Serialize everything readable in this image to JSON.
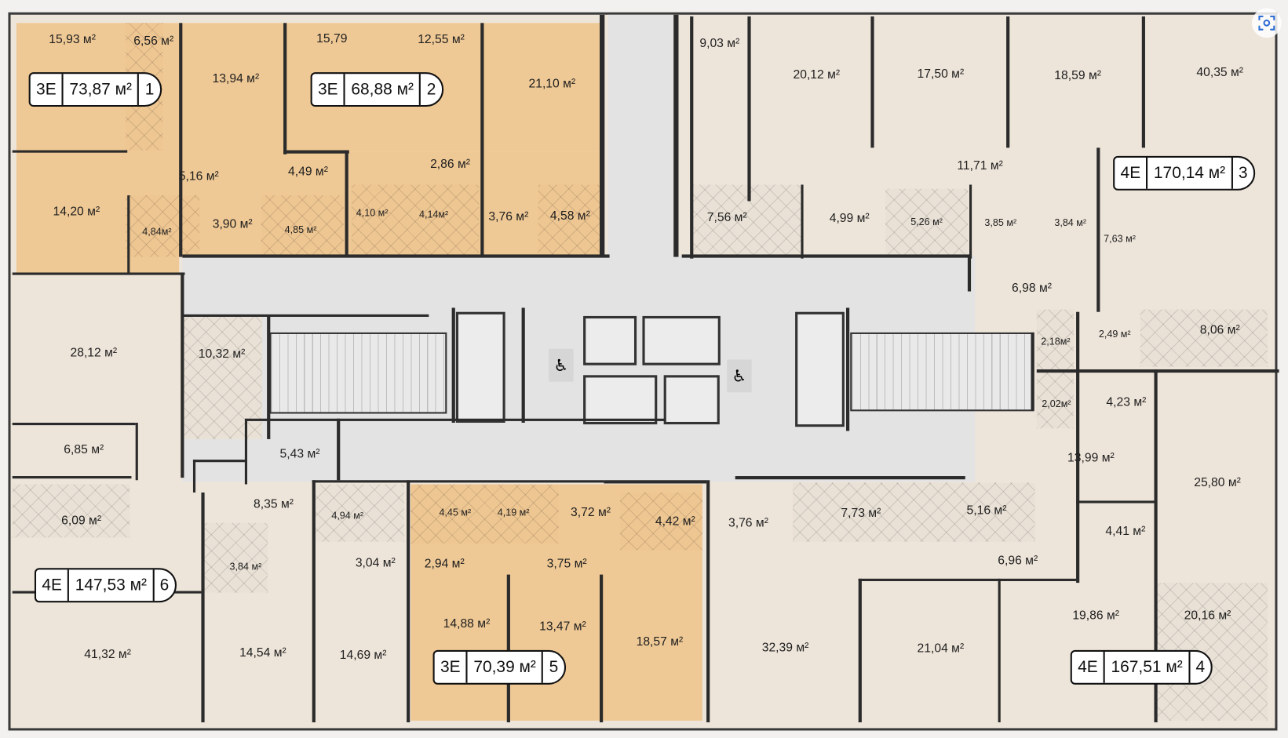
{
  "colors": {
    "selected": "#efc995",
    "available": "#eee5da",
    "common": "#e3e3e3",
    "icon": "#2f6fd6"
  },
  "controls": {
    "focus_icon": "focus-camera-icon"
  },
  "apartments": [
    {
      "type": "3E",
      "area": "73,87 м²",
      "number": "1",
      "rooms": [
        "15,93 м²",
        "6,56 м²",
        "13,94 м²",
        "14,20 м²",
        "5,16 м²",
        "4,49 м²",
        "3,90 м²",
        "4,84м²",
        "4,85 м²"
      ]
    },
    {
      "type": "3E",
      "area": "68,88 м²",
      "number": "2",
      "rooms": [
        "15,79",
        "12,55 м²",
        "21,10 м²",
        "2,86 м²",
        "4,10 м²",
        "4,14м²",
        "3,76 м²",
        "4,58 м²"
      ]
    },
    {
      "type": "4E",
      "area": "170,14 м²",
      "number": "3",
      "rooms": [
        "9,03 м²",
        "20,12 м²",
        "17,50 м²",
        "18,59 м²",
        "40,35 м²",
        "11,71 м²",
        "7,56 м²",
        "4,99 м²",
        "5,26 м²",
        "3,85 м²",
        "3,84 м²",
        "7,63 м²",
        "6,98 м²",
        "2,18м²",
        "2,49 м²",
        "8,06 м²"
      ]
    },
    {
      "type": "4E",
      "area": "167,51 м²",
      "number": "4",
      "rooms": [
        "2,02м²",
        "4,23 м²",
        "13,99 м²",
        "25,80 м²",
        "4,41 м²",
        "6,96 м²",
        "19,86 м²",
        "20,16 м²",
        "21,04 м²",
        "32,39 м²",
        "3,76 м²",
        "7,73 м²",
        "5,16 м²"
      ]
    },
    {
      "type": "3E",
      "area": "70,39 м²",
      "number": "5",
      "rooms": [
        "4,45 м²",
        "4,19 м²",
        "3,72 м²",
        "4,42 м²",
        "3,75 м²",
        "2,94 м²",
        "14,88 м²",
        "13,47 м²",
        "18,57 м²"
      ]
    },
    {
      "type": "4E",
      "area": "147,53 м²",
      "number": "6",
      "rooms": [
        "28,12 м²",
        "10,32 м²",
        "6,85 м²",
        "5,43 м²",
        "8,35 м²",
        "6,09 м²",
        "4,94 м²",
        "3,84 м²",
        "3,04 м²",
        "41,32  м²",
        "14,54 м²",
        "14,69 м²"
      ]
    }
  ]
}
